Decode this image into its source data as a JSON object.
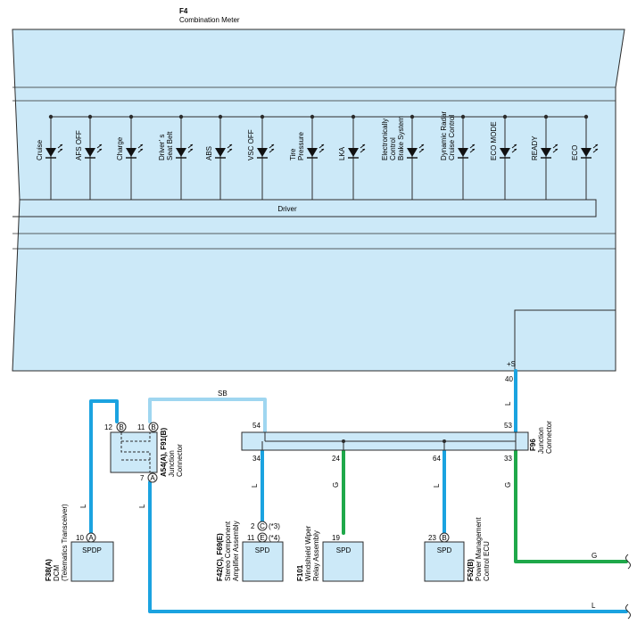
{
  "component": {
    "code": "F4",
    "name": "Combination Meter"
  },
  "indicators": [
    [
      "Cruise"
    ],
    [
      "AFS OFF"
    ],
    [
      "Charge"
    ],
    [
      "Driver’ s",
      "Seat Belt"
    ],
    [
      "ABS"
    ],
    [
      "VSC OFF"
    ],
    [
      "Tire",
      "Pressure"
    ],
    [
      "LKA"
    ],
    [
      "Electronically",
      "Control",
      "Brake System"
    ],
    [
      "Dynamic Radar",
      "Cruise Control"
    ],
    [
      "ECO MODE"
    ],
    [
      "READY"
    ],
    [
      "ECO"
    ]
  ],
  "driver_label": "Driver",
  "meter_terminal": {
    "name": "+S",
    "pin": "40"
  },
  "junction_f96": {
    "code": "F96",
    "name": [
      "Junction",
      "Connector"
    ],
    "pins": {
      "top_left": "54",
      "top_right": "53",
      "b1": "34",
      "b2": "24",
      "b3": "64",
      "b4": "33"
    }
  },
  "junction_a54": {
    "code": "A54(A), F91(B)",
    "name": [
      "Junction",
      "Connector"
    ],
    "pin12": "12",
    "pin11": "11",
    "pin7": "7",
    "conn_b": "B",
    "conn_a": "A"
  },
  "wire_colors": {
    "sb": "SB",
    "l": "L",
    "g": "G"
  },
  "colors": {
    "blue": "#1ba3e0",
    "light_blue": "#9fd6f0",
    "green": "#1fa84a",
    "fill": "#cce9f8",
    "frame": "#2b2b2b"
  },
  "ecus": [
    {
      "code": "F38(A)",
      "name": [
        "DCM",
        "(Telematics Transceiver)"
      ],
      "pin": "10",
      "conn": "A",
      "signal": "SPDP"
    },
    {
      "code": "F42(C), F69(E)",
      "name": [
        "Stereo Component",
        "Amplifier Assembly"
      ],
      "pins": [
        "2",
        "11"
      ],
      "conns": [
        "C",
        "E"
      ],
      "notes": [
        "(*3)",
        "(*4)"
      ],
      "signal": "SPD"
    },
    {
      "code": "F101",
      "name": [
        "Windshield Wiper",
        "Relay Assembly"
      ],
      "pin": "19",
      "signal": "SPD"
    },
    {
      "code": "F52(B)",
      "name": [
        "Power Management",
        "Control ECU"
      ],
      "pin": "23",
      "conn": "B",
      "signal": "SPD"
    }
  ]
}
